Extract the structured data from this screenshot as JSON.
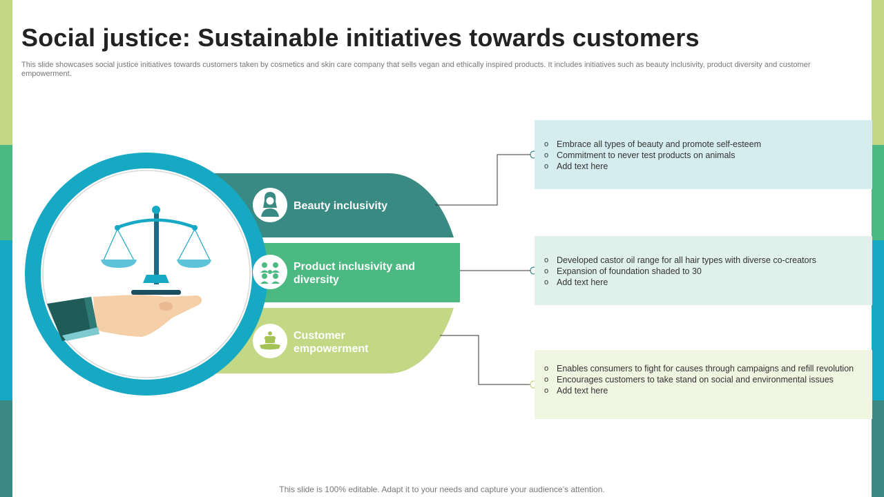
{
  "page": {
    "title": "Social justice: Sustainable initiatives towards customers",
    "subtitle": "This slide showcases social justice initiatives towards customers taken by cosmetics and skin care company that sells vegan and ethically inspired products. It includes initiatives such as beauty inclusivity, product diversity and customer empowerment.",
    "footer": "This slide is 100% editable. Adapt it to your needs and capture your audience’s attention."
  },
  "colors": {
    "band1": "#388a83",
    "band2": "#4cb983",
    "band3": "#c3d884",
    "ring": "#17a8c4",
    "box1": "#d5edee",
    "box2": "#dff1ea",
    "box3": "#f1f6e3"
  },
  "initiatives": [
    {
      "label": "Beauty inclusivity",
      "icon": "woman-user-icon",
      "points": [
        "Embrace all types of beauty and promote self-esteem",
        "Commitment to never  test products on animals",
        "Add text here"
      ]
    },
    {
      "label": "Product inclusivity and diversity",
      "icon": "team-network-icon",
      "points": [
        "Developed  castor oil range for all hair types with diverse  co-creators",
        "Expansion of foundation  shaded to 30",
        "Add text here"
      ]
    },
    {
      "label": "Customer empowerment",
      "icon": "empowerment-hand-icon",
      "points": [
        "Enables consumers to fight for  causes through  campaigns  and refill revolution",
        "Encourages customers to take stand on social and environmental  issues",
        "Add text here"
      ]
    }
  ],
  "illustration": {
    "name": "justice-scale-on-hand-icon"
  }
}
